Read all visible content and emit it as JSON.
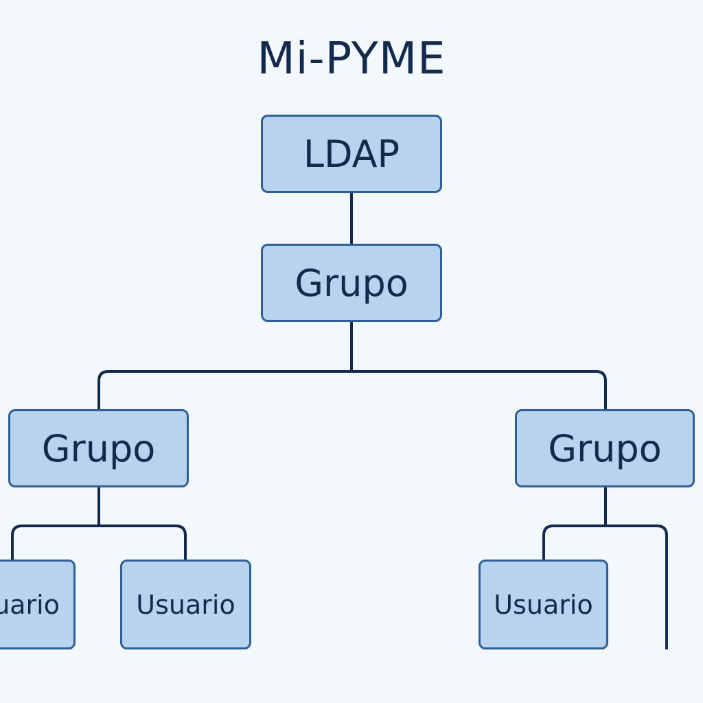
{
  "diagram": {
    "title": "Mi-PYME",
    "nodes": {
      "ldap": "LDAP",
      "grupo_root": "Grupo",
      "grupo_left": "Grupo",
      "grupo_right": "Grupo",
      "usuario_1": "Usuario",
      "usuario_2": "Usuario",
      "usuario_3": "Usuario"
    },
    "colors": {
      "background": "#f3f8fd",
      "node_fill": "#b8d3ee",
      "node_border": "#2f5f96",
      "line": "#142a4c",
      "text": "#142a4c"
    }
  }
}
